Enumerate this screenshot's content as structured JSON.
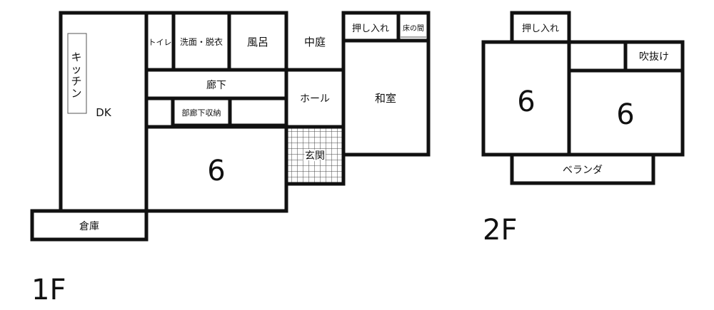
{
  "floors": {
    "first": {
      "label": "1F",
      "rooms": {
        "kitchen": "キッチン",
        "dk": "DK",
        "toilet": "トイレ",
        "washroom": "洗面・脱衣",
        "bath": "風呂",
        "courtyard": "中庭",
        "closet": "押し入れ",
        "tokonoma": "床の間",
        "corridor": "廊下",
        "corridor_storage": "部廊下収納",
        "hall": "ホール",
        "washitsu": "和室",
        "entrance": "玄関",
        "room6": "6",
        "storage": "倉庫"
      }
    },
    "second": {
      "label": "2F",
      "rooms": {
        "closet": "押し入れ",
        "room6_left": "6",
        "room6_right": "6",
        "atrium": "吹抜け",
        "veranda": "ベランダ"
      }
    }
  },
  "colors": {
    "wall": "#111111",
    "background": "#ffffff",
    "hatch": "#444444"
  }
}
